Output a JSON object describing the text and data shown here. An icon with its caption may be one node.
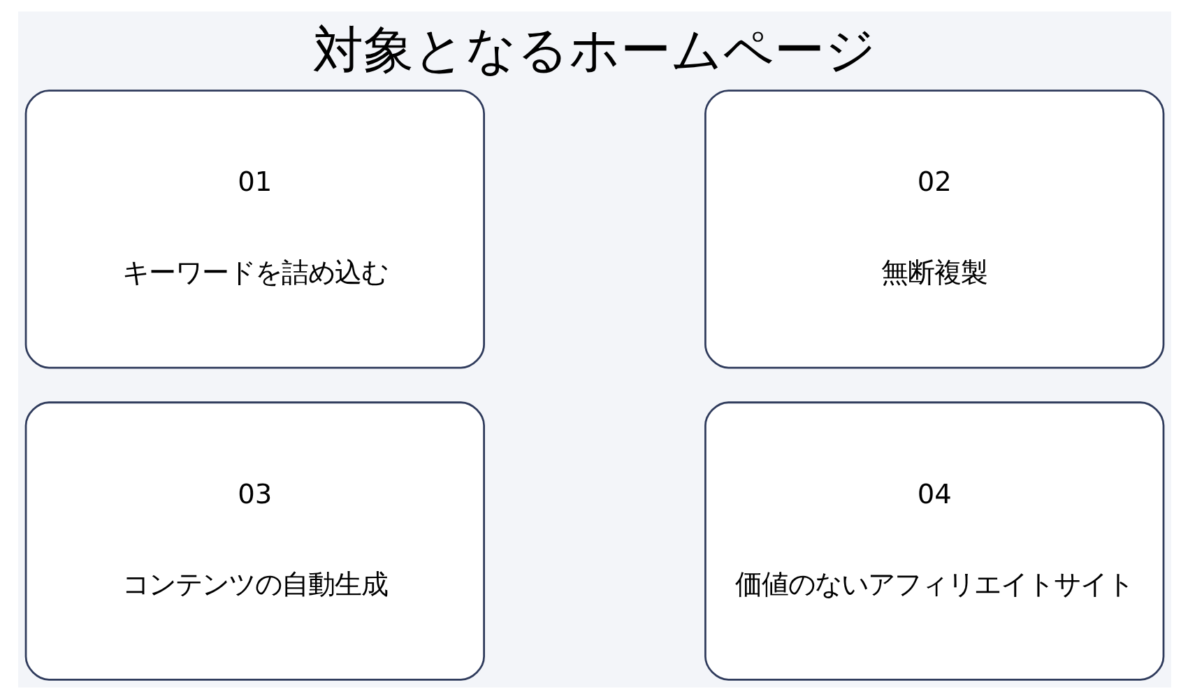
{
  "diagram": {
    "title": "対象となるホームページ",
    "nodes": [
      {
        "text": [
          "01",
          "キーワードを詰め込む"
        ]
      },
      {
        "text": [
          "02",
          "無断複製"
        ]
      },
      {
        "text": [
          "03",
          "コンテンツの自動生成"
        ]
      },
      {
        "text": [
          "04",
          "価値のないアフィリエイトサイト"
        ]
      }
    ]
  }
}
